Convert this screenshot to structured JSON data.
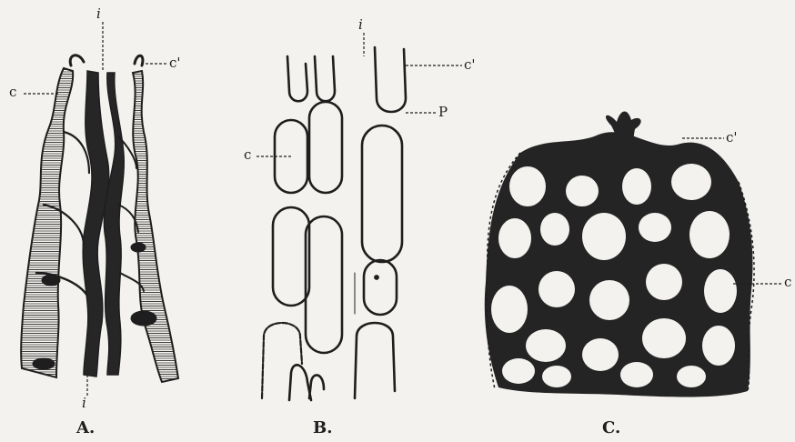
{
  "figure": {
    "panels": [
      {
        "caption": "A.",
        "labels": {
          "c": "c",
          "c_prime": "c'",
          "i_top": "i",
          "i_bottom": "i"
        }
      },
      {
        "caption": "B.",
        "labels": {
          "c": "c",
          "c_prime": "c'",
          "p": "P",
          "i_top": "i"
        }
      },
      {
        "caption": "C.",
        "labels": {
          "c": "c",
          "c_prime": "c'"
        }
      }
    ],
    "colors": {
      "ink": "#1e1e1e",
      "paper": "#f4f2ee"
    }
  }
}
